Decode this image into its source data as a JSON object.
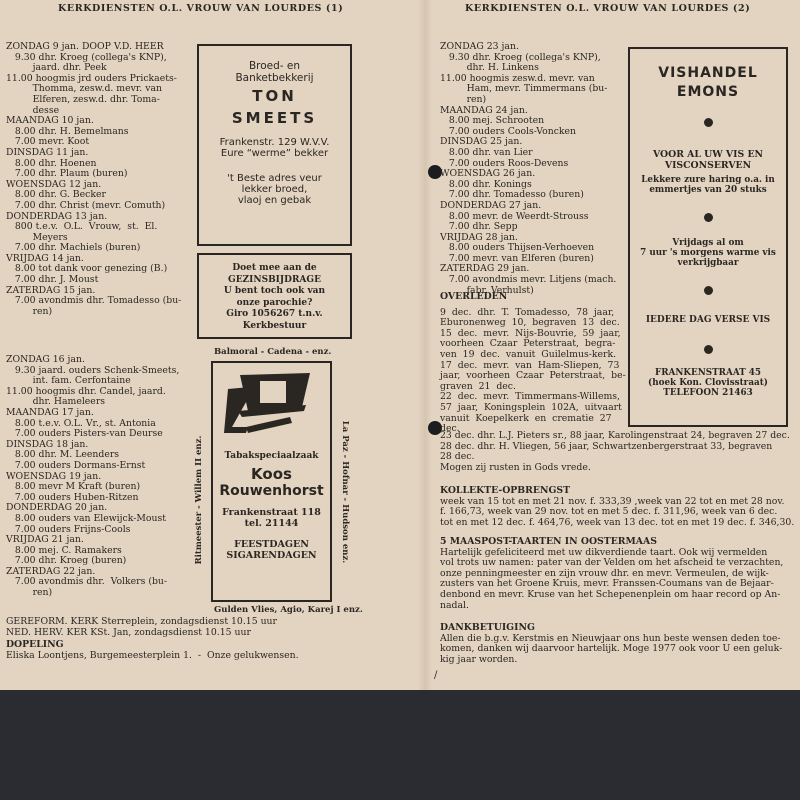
{
  "left": {
    "header": "KERKDIENSTEN O.L. VROUW VAN LOURDES (1)",
    "week1": [
      "ZONDAG 9 jan. DOOP V.D. HEER",
      "   9.30 dhr. Kroeg (collega's KNP),",
      "         jaard. dhr. Peek",
      "11.00 hoogmis jrd ouders Prickaets-",
      "         Thomma, zesw.d. mevr. van",
      "         Elferen, zesw.d. dhr. Toma-",
      "         desse",
      "MAANDAG 10 jan.",
      "   8.00 dhr. H. Bemelmans",
      "   7.00 mevr. Koot",
      "DINSDAG 11 jan.",
      "   8.00 dhr. Hoenen",
      "   7.00 dhr. Plaum (buren)",
      "WOENSDAG 12 jan.",
      "   8.00 dhr. G. Becker",
      "   7.00 dhr. Christ (mevr. Comuth)",
      "DONDERDAG 13 jan.",
      "   800 t.e.v.  O.L.  Vrouw,  st.  El.",
      "         Meyers",
      "   7.00 dhr. Machiels (buren)",
      "VRIJDAG 14 jan.",
      "   8.00 tot dank voor genezing (B.)",
      "   7.00 dhr. J. Moust",
      "ZATERDAG 15 jan.",
      "   7.00 avondmis dhr. Tomadesso (bu-",
      "         ren)"
    ],
    "week2": [
      "ZONDAG 16 jan.",
      "   9.30 jaard. ouders Schenk-Smeets,",
      "         int. fam. Cerfontaine",
      "11.00 hoogmis dhr. Candel, jaard.",
      "         dhr. Hameleers",
      "MAANDAG 17 jan.",
      "   8.00 t.e.v. O.L. Vr., st. Antonia",
      "   7.00 ouders Pisters-van Deurse",
      "DINSDAG 18 jan.",
      "   8.00 dhr. M. Leenders",
      "   7.00 ouders Dormans-Ernst",
      "WOENSDAG 19 jan.",
      "   8.00 mevr M Kraft (buren)",
      "   7.00 ouders Huben-Ritzen",
      "DONDERDAG 20 jan.",
      "   8.00 ouders van Elewijck-Moust",
      "   7.00 ouders Frijns-Cools",
      "VRIJDAG 21 jan.",
      "   8.00 mej. C. Ramakers",
      "   7.00 dhr. Kroeg (buren)",
      "ZATERDAG 22 jan.",
      "   7.00 avondmis dhr.  Volkers (bu-",
      "         ren)"
    ],
    "footer": [
      "GEREFORM. KERK Sterreplein, zondagsdienst 10.15 uur",
      "NED. HERV. KER KSt. Jan, zondagsdienst 10.15 uur"
    ],
    "dopeling_title": "DOPELING",
    "dopeling_text": "Eliska Loontjens, Burgemeesterplein 1.  -  Onze gelukwensen."
  },
  "ads_left": {
    "bakker": {
      "l1": "Broed- en",
      "l2": "Banketbekkerij",
      "name1": "TON",
      "name2": "SMEETS",
      "addr": "Frankenstr. 129 W.V.V.",
      "slogan": "Eure “werme” bekker",
      "s1": "'t Beste adres veur",
      "s2": "lekker broed,",
      "s3": "vlaoj en gebak"
    },
    "gezin": {
      "l1": "Doet mee aan de",
      "l2": "GEZINSBIJDRAGE",
      "l3": "U bent toch ook van",
      "l4": "onze parochie?",
      "l5": "Giro 1056267 t.n.v.",
      "l6": "Kerkbestuur"
    },
    "tabak": {
      "top": "Balmoral  -  Cadena  -  enz.",
      "left_side": "Ritmeester - Willem II enz.",
      "right_side": "La Paz - Hofnar - Hudson enz.",
      "bottom": "Gulden Vlies, Agio, Karej I enz.",
      "l1": "Tabakspeciaalzaak",
      "name1": "Koos",
      "name2": "Rouwenhorst",
      "addr": "Frankenstraat 118",
      "tel": "tel. 21144",
      "f1": "FEESTDAGEN",
      "f2": "SIGARENDAGEN"
    }
  },
  "right": {
    "header": "KERKDIENSTEN O.L. VROUW VAN LOURDES (2)",
    "week3": [
      "ZONDAG 23 jan.",
      "   9.30 dhr. Kroeg (collega's KNP),",
      "         dhr. H. Linkens",
      "11.00 hoogmis zesw.d. mevr. van",
      "         Ham, mevr. Timmermans (bu-",
      "         ren)",
      "MAANDAG 24 jan.",
      "   8.00 mej. Schrooten",
      "   7.00 ouders Cools-Voncken",
      "DINSDAG 25 jan.",
      "   8.00 dhr. van Lier",
      "   7.00 ouders Roos-Devens",
      "WOENSDAG 26 jan.",
      "   8.00 dhr. Konings",
      "   7.00 dhr. Tomadesso (buren)",
      "DONDERDAG 27 jan.",
      "   8.00 mevr. de Weerdt-Strouss",
      "   7.00 dhr. Sepp",
      "VRIJDAG 28 jan.",
      "   8.00 ouders Thijsen-Verhoeven",
      "   7.00 mevr. van Elferen (buren)",
      "ZATERDAG 29 jan.",
      "   7.00 avondmis mevr. Litjens (mach.",
      "         fabr. Verhulst)"
    ],
    "overleden_title": "OVERLEDEN",
    "overleden": [
      "9  dec.  dhr.  T.  Tomadesso,  78  jaar,",
      "Eburonenweg  10,  begraven  13  dec.",
      "15  dec.  mevr.  Nijs-Bouvrie,  59  jaar,",
      "voorheen  Czaar  Peterstraat,  begra-",
      "ven  19  dec.  vanuit  Guilelmus-kerk.",
      "17  dec.  mevr.  van  Ham-Sliepen,  73",
      "jaar,  voorheen  Czaar  Peterstraat,  be-",
      "graven  21  dec.",
      "22  dec.  mevr.  Timmermans-Willems,",
      "57  jaar,  Koningsplein  102A,  uitvaart",
      "vanuit  Koepelkerk  en  crematie  27",
      "dec."
    ],
    "overleden_wide": [
      "23 dec. dhr. L.J. Pieters sr., 88 jaar, Karolingenstraat 24, begraven 27 dec.",
      "28 dec. dhr. H. Vliegen, 56 jaar, Schwartzenbergerstraat 33, begraven",
      "28 dec.",
      "Mogen zij rusten in Gods vrede."
    ],
    "kollekte_title": "KOLLEKTE-OPBRENGST",
    "kollekte": [
      "week van 15 tot en met 21 nov. f. 333,39 ,week van 22 tot en met 28 nov.",
      "f. 166,73, week van 29 nov. tot en met 5 dec. f. 311,96, week van 6 dec.",
      "tot en met 12 dec. f. 464,76, week van 13 dec. tot en met 19 dec. f. 346,30."
    ],
    "maaspost_title": "5 MAASPOST-TAARTEN IN OOSTERMAAS",
    "maaspost": [
      "Hartelijk gefeliciteerd met uw dikverdiende taart. Ook wij vermelden",
      "vol trots uw namen: pater van der Velden om het afscheid te verzachten,",
      "onze penningmeester en zijn vrouw dhr. en mevr. Vermeulen, de wijk-",
      "zusters van het Groene Kruis, mevr. Franssen-Coumans van de Bejaar-",
      "denbond en mevr. Kruse van het Schepenenplein om haar record op An-",
      "nadal."
    ],
    "dank_title": "DANKBETUIGING",
    "dank": [
      "Allen die b.g.v. Kerstmis en Nieuwjaar ons hun beste wensen deden toe-",
      "komen, danken wij daarvoor hartelijk. Moge 1977 ook voor U een geluk-",
      "kig jaar worden."
    ]
  },
  "ad_vis": {
    "name1": "VISHANDEL",
    "name2": "EMONS",
    "l1": "VOOR AL UW VIS EN",
    "l2": "VISCONSERVEN",
    "l3": "Lekkere zure haring o.a. in",
    "l4": "emmertjes van 20 stuks",
    "l5": "Vrijdags al om",
    "l6": "7 uur 's morgens warme vis",
    "l7": "verkrijgbaar",
    "l8": "IEDERE DAG VERSE VIS",
    "a1": "FRANKENSTRAAT 45",
    "a2": "(hoek Kon. Clovisstraat)",
    "a3": "TELEFOON 21463"
  }
}
